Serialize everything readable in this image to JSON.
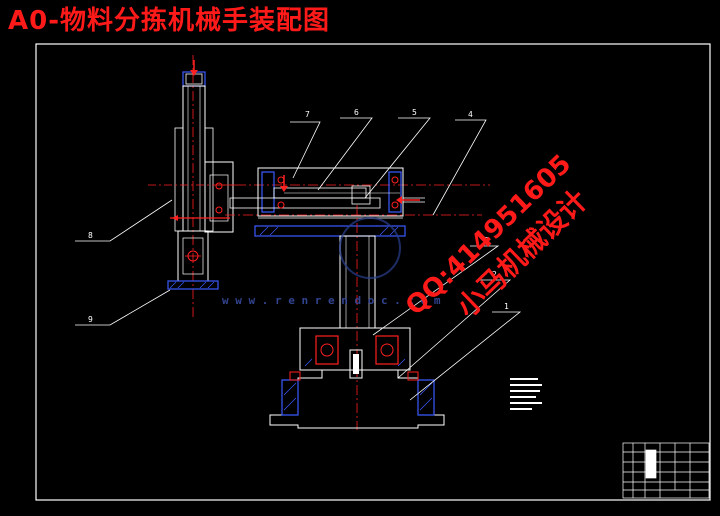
{
  "drawing": {
    "title": "A0-物料分拣机械手装配图",
    "watermark_text": "w w w . r e n r e n d o c . c o m",
    "stamp_line1": "QQ:414951605",
    "stamp_line2": "小马机械设计"
  },
  "callouts": [
    "7",
    "6",
    "5",
    "4",
    "3",
    "2",
    "1",
    "8",
    "9"
  ],
  "colors": {
    "background": "#000000",
    "line": "#ffffff",
    "centerline": "#ff2020",
    "part_outline": "#3b5bff",
    "border": "#ffffff",
    "title_red": "#ff1a1a"
  }
}
